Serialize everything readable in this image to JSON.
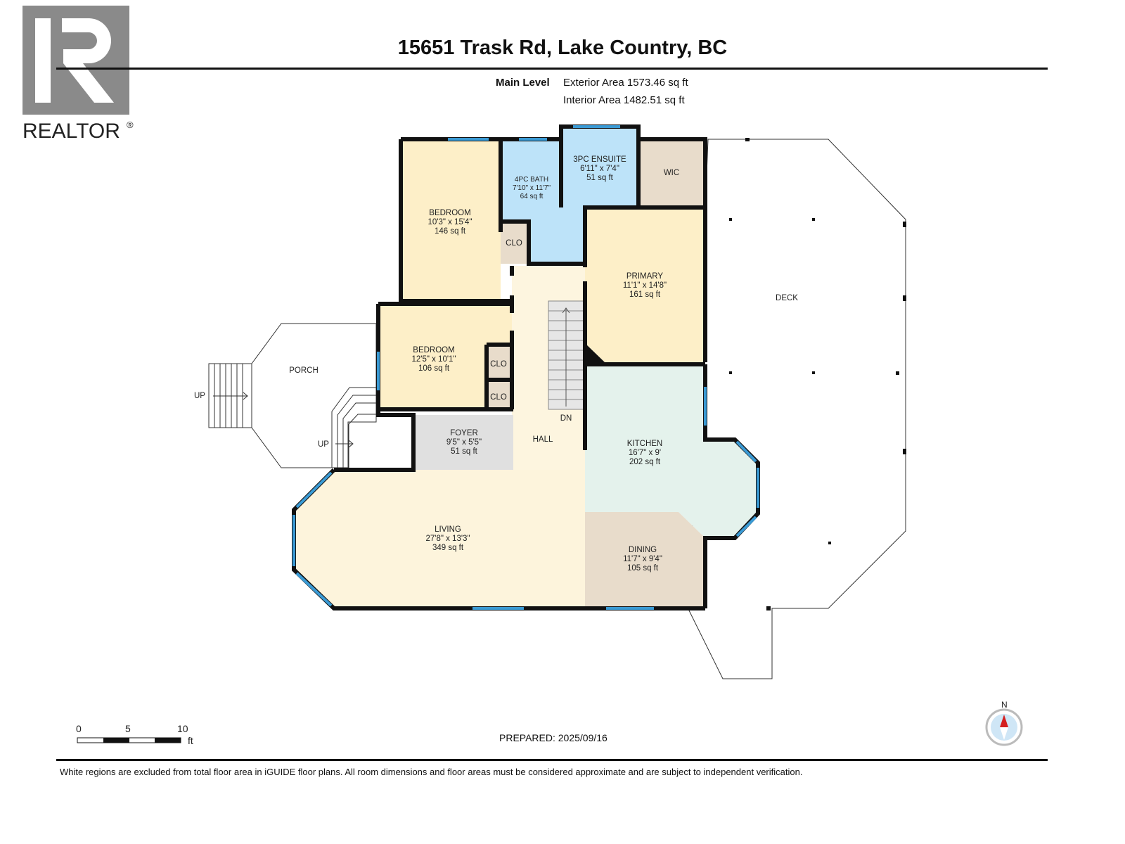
{
  "logo": {
    "text": "REALTOR",
    "mark": "®"
  },
  "header": {
    "title": "15651 Trask Rd, Lake Country, BC"
  },
  "level": {
    "name": "Main Level",
    "exterior_area": "Exterior Area 1573.46 sq ft",
    "interior_area": "Interior Area 1482.51 sq ft"
  },
  "rooms": [
    {
      "name": "BEDROOM",
      "dims": "10'3\" x 15'4\"",
      "area": "146 sq ft"
    },
    {
      "name": "4PC BATH",
      "dims": "7'10\" x 11'7\"",
      "area": "64 sq ft"
    },
    {
      "name": "3PC ENSUITE",
      "dims": "6'11\" x 7'4\"",
      "area": "51 sq ft"
    },
    {
      "name": "WIC"
    },
    {
      "name": "PRIMARY",
      "dims": "11'1\" x 14'8\"",
      "area": "161 sq ft"
    },
    {
      "name": "BEDROOM",
      "dims": "12'5\" x 10'1\"",
      "area": "106 sq ft"
    },
    {
      "name": "FOYER",
      "dims": "9'5\" x 5'5\"",
      "area": "51 sq ft"
    },
    {
      "name": "KITCHEN",
      "dims": "16'7\" x 9'",
      "area": "202 sq ft"
    },
    {
      "name": "LIVING",
      "dims": "27'8\" x 13'3\"",
      "area": "349 sq ft"
    },
    {
      "name": "DINING",
      "dims": "11'7\" x 9'4\"",
      "area": "105 sq ft"
    }
  ],
  "labels": {
    "clo": "CLO",
    "hall": "HALL",
    "porch": "PORCH",
    "deck": "DECK",
    "up": "UP",
    "dn": "DN"
  },
  "scale": {
    "ticks": [
      "0",
      "5",
      "10"
    ],
    "unit": "ft"
  },
  "compass": {
    "north": "N"
  },
  "prepared": "PREPARED: 2025/09/16",
  "footer": "White regions are excluded from total floor area in iGUIDE floor plans. All room dimensions and floor areas must be considered approximate and are subject to independent verification.",
  "colors": {
    "wall": "#111111",
    "window": "#3a9ad4",
    "bedroom": "#fdefc8",
    "bath": "#bde3f9",
    "closet": "#e8dccb",
    "hall": "#fdf5df",
    "foyer": "#e0e0e0",
    "kitchen": "#e4f2ec"
  }
}
